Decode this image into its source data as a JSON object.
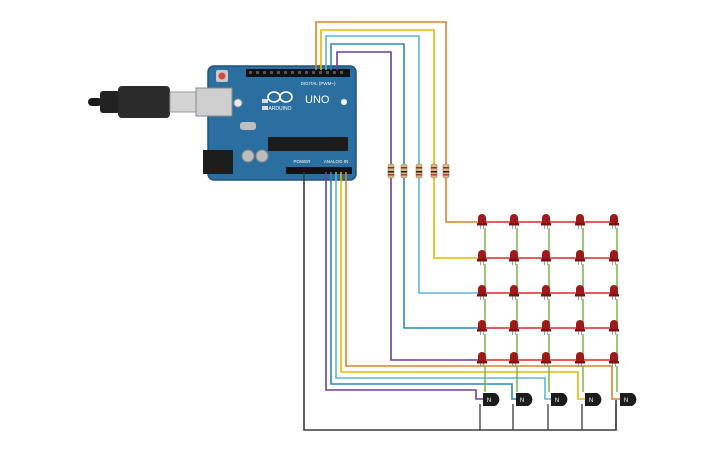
{
  "board": {
    "brand": "ARDUINO",
    "model": "UNO",
    "header_digital": "DIGITAL (PWM~)",
    "header_power": "POWER",
    "header_analog": "ANALOG IN",
    "board_color": "#2a6fa0"
  },
  "led_grid": {
    "rows": 5,
    "cols": 5,
    "led_color": "#9e1a1a"
  },
  "resistors": {
    "count": 5
  },
  "transistors": {
    "count": 5,
    "label": "N"
  },
  "wire_colors": {
    "orange": "#d9822b",
    "yellow": "#e4b800",
    "cyan": "#5bb7d6",
    "blue": "#2c88b8",
    "purple": "#6a3f9e",
    "black": "#3a3a3a",
    "red": "#d8262b",
    "green": "#6ab244"
  }
}
